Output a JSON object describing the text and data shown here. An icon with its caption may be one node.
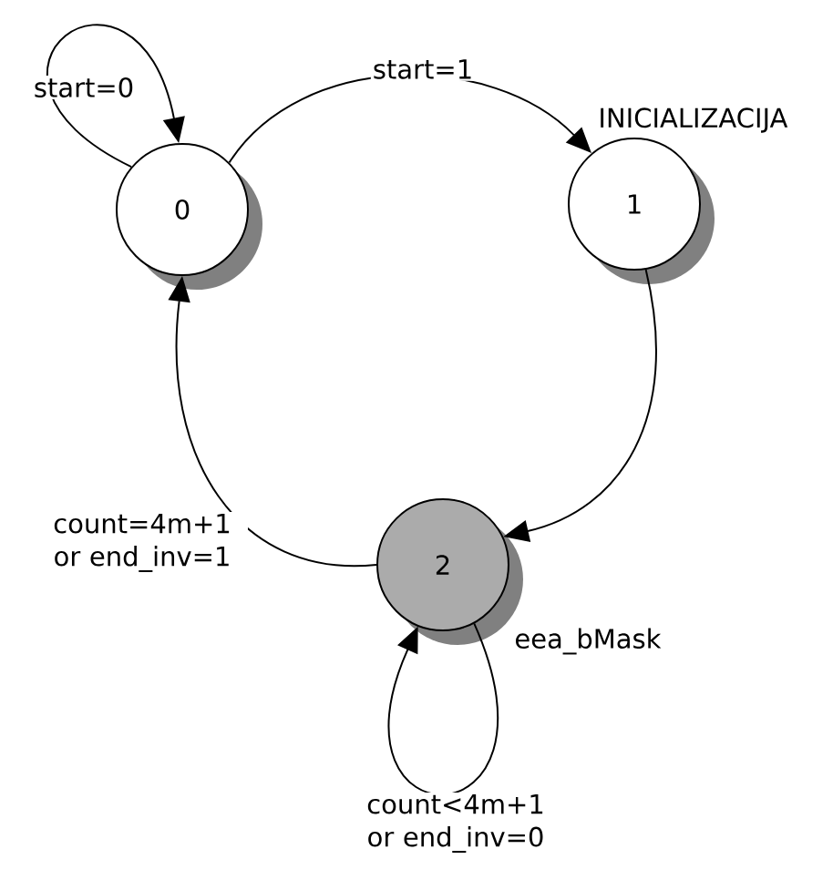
{
  "diagram": {
    "nodes": [
      {
        "text": [
          "0"
        ]
      },
      {
        "text": [
          "1"
        ],
        "beside": [
          "INICIALIZACIJA"
        ]
      },
      {
        "text": [
          "2"
        ],
        "beside": [
          "eea_bMask"
        ]
      }
    ],
    "edges": [
      {
        "from": 0,
        "to": 0,
        "arrow": "to",
        "label": "start=0"
      },
      {
        "from": 0,
        "to": 1,
        "arrow": "to",
        "label": "start=1"
      },
      {
        "from": 1,
        "to": 2,
        "arrow": "to"
      },
      {
        "from": 2,
        "to": 0,
        "arrow": "to",
        "label": "count=4m+1 or end_inv=1"
      },
      {
        "from": 2,
        "to": 2,
        "arrow": "to",
        "label": "count<4m+1 or end_inv=0"
      }
    ]
  }
}
